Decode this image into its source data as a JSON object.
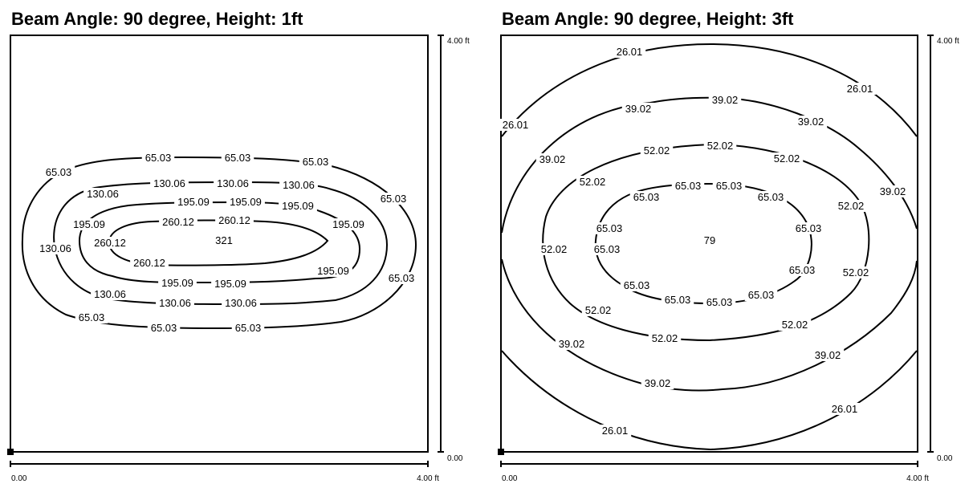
{
  "chart_data": [
    {
      "type": "contour",
      "title": "Beam Angle: 90 degree, Height: 1ft",
      "x_axis": {
        "min_label": "0.00",
        "max_label": "4.00 ft",
        "range": [
          0,
          4
        ]
      },
      "y_axis": {
        "min_label": "0.00",
        "max_label": "4.00 ft",
        "range": [
          0,
          4
        ]
      },
      "center_value": "321",
      "levels": [
        {
          "value": 65.03,
          "labels": [
            "65.03",
            "65.03",
            "65.03",
            "65.03",
            "65.03",
            "65.03",
            "65.03",
            "65.03",
            "65.03"
          ]
        },
        {
          "value": 130.06,
          "labels": [
            "130.06",
            "130.06",
            "130.06",
            "130.06",
            "130.06",
            "130.06",
            "130.06",
            "130.06"
          ]
        },
        {
          "value": 195.09,
          "labels": [
            "195.09",
            "195.09",
            "195.09",
            "195.09",
            "195.09",
            "195.09",
            "195.09",
            "195.09"
          ]
        },
        {
          "value": 260.12,
          "labels": [
            "260.12",
            "260.12",
            "260.12",
            "260.12"
          ]
        }
      ]
    },
    {
      "type": "contour",
      "title": "Beam Angle: 90 degree, Height: 3ft",
      "x_axis": {
        "min_label": "0.00",
        "max_label": "4.00 ft",
        "range": [
          0,
          4
        ]
      },
      "y_axis": {
        "min_label": "0.00",
        "max_label": "4.00 ft",
        "range": [
          0,
          4
        ]
      },
      "center_value": "79",
      "levels": [
        {
          "value": 26.01,
          "labels": [
            "26.01",
            "26.01",
            "26.01",
            "26.01",
            "26.01"
          ]
        },
        {
          "value": 39.02,
          "labels": [
            "39.02",
            "39.02",
            "39.02",
            "39.02",
            "39.02",
            "39.02",
            "39.02",
            "39.02"
          ]
        },
        {
          "value": 52.02,
          "labels": [
            "52.02",
            "52.02",
            "52.02",
            "52.02",
            "52.02",
            "52.02",
            "52.02",
            "52.02",
            "52.02",
            "52.02"
          ]
        },
        {
          "value": 65.03,
          "labels": [
            "65.03",
            "65.03",
            "65.03",
            "65.03",
            "65.03",
            "65.03",
            "65.03",
            "65.03",
            "65.03",
            "65.03",
            "65.03",
            "65.03"
          ]
        }
      ]
    }
  ]
}
